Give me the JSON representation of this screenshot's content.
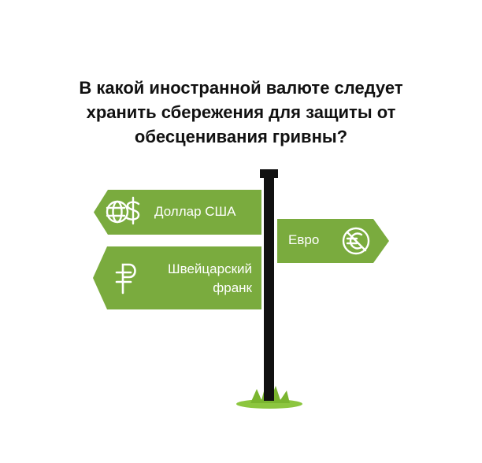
{
  "question": {
    "line1": "В какой иностранной валюте следует",
    "line2": "хранить сбережения для защиты от",
    "line3": "обесценивания гривны?"
  },
  "signs": {
    "usd": {
      "label": "Доллар США",
      "icon": "dollar-globe-icon"
    },
    "eur": {
      "label": "Евро",
      "icon": "euro-coin-icon"
    },
    "chf": {
      "label_line1": "Швейцарский",
      "label_line2": "франк",
      "icon": "franc-icon"
    }
  },
  "colors": {
    "sign_green": "#7aab3e",
    "pole": "#111111",
    "grass": "#8cc63f",
    "text": "#111111"
  }
}
